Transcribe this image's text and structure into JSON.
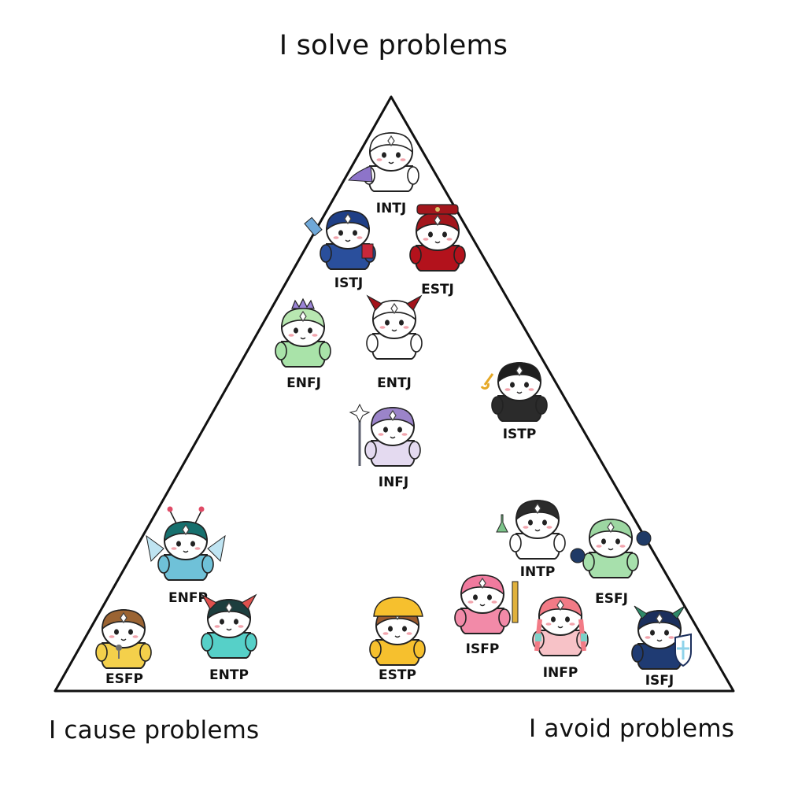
{
  "labels": {
    "top": "I solve problems",
    "left": "I cause problems",
    "right": "I avoid problems"
  },
  "characters": [
    {
      "type": "INTJ",
      "body": "#ffffff",
      "hair": "#ffffff",
      "accent": "#8d74c9",
      "icon": "cape-icon"
    },
    {
      "type": "ISTJ",
      "body": "#2a4f9c",
      "hair": "#1f3f86",
      "accent": "#c7283a",
      "icon": "book-icon"
    },
    {
      "type": "ESTJ",
      "body": "#b3121c",
      "hair": "#a3161c",
      "accent": "#d9c46a",
      "icon": "military-cap-icon"
    },
    {
      "type": "ENFJ",
      "body": "#a9e3a9",
      "hair": "#b8e7b1",
      "accent": "#9b84d6",
      "icon": "crown-icon"
    },
    {
      "type": "ENTJ",
      "body": "#ffffff",
      "hair": "#ffffff",
      "accent": "#a3131b",
      "icon": "horns-icon"
    },
    {
      "type": "ISTP",
      "body": "#2b2b2b",
      "hair": "#1e1e1e",
      "accent": "#e5a826",
      "icon": "wrench-icon"
    },
    {
      "type": "INFJ",
      "body": "#e4daf0",
      "hair": "#9b84c9",
      "accent": "#5b5f6e",
      "icon": "staff-icon"
    },
    {
      "type": "INTP",
      "body": "#ffffff",
      "hair": "#2b2b2b",
      "accent": "#7cc48a",
      "icon": "flask-icon"
    },
    {
      "type": "ESFJ",
      "body": "#a7e0ac",
      "hair": "#9dd7a2",
      "accent": "#1f3a66",
      "icon": "pompom-icon"
    },
    {
      "type": "ENFP",
      "body": "#6fc1d8",
      "hair": "#17706e",
      "accent": "#e04b66",
      "icon": "antenna-icon"
    },
    {
      "type": "ESFP",
      "body": "#f4d04b",
      "hair": "#9b6433",
      "accent": "#6f6f6f",
      "icon": "microphone-icon"
    },
    {
      "type": "ENTP",
      "body": "#56d0c8",
      "hair": "#1d3e3e",
      "accent": "#e0514e",
      "icon": "horns-icon"
    },
    {
      "type": "ESTP",
      "body": "#f6c02e",
      "hair": "#9b5a2e",
      "accent": "#f6c02e",
      "icon": "hard-hat-icon"
    },
    {
      "type": "ISFP",
      "body": "#f28aa8",
      "hair": "#f07a9e",
      "accent": "#e0b13c",
      "icon": "pencil-icon"
    },
    {
      "type": "INFP",
      "body": "#f7c2c7",
      "hair": "#f27b86",
      "accent": "#7cd1c8",
      "icon": "braids-icon"
    },
    {
      "type": "ISFJ",
      "body": "#1f3b73",
      "hair": "#1b2f5c",
      "accent": "#8fd3ea",
      "icon": "shield-icon"
    }
  ]
}
